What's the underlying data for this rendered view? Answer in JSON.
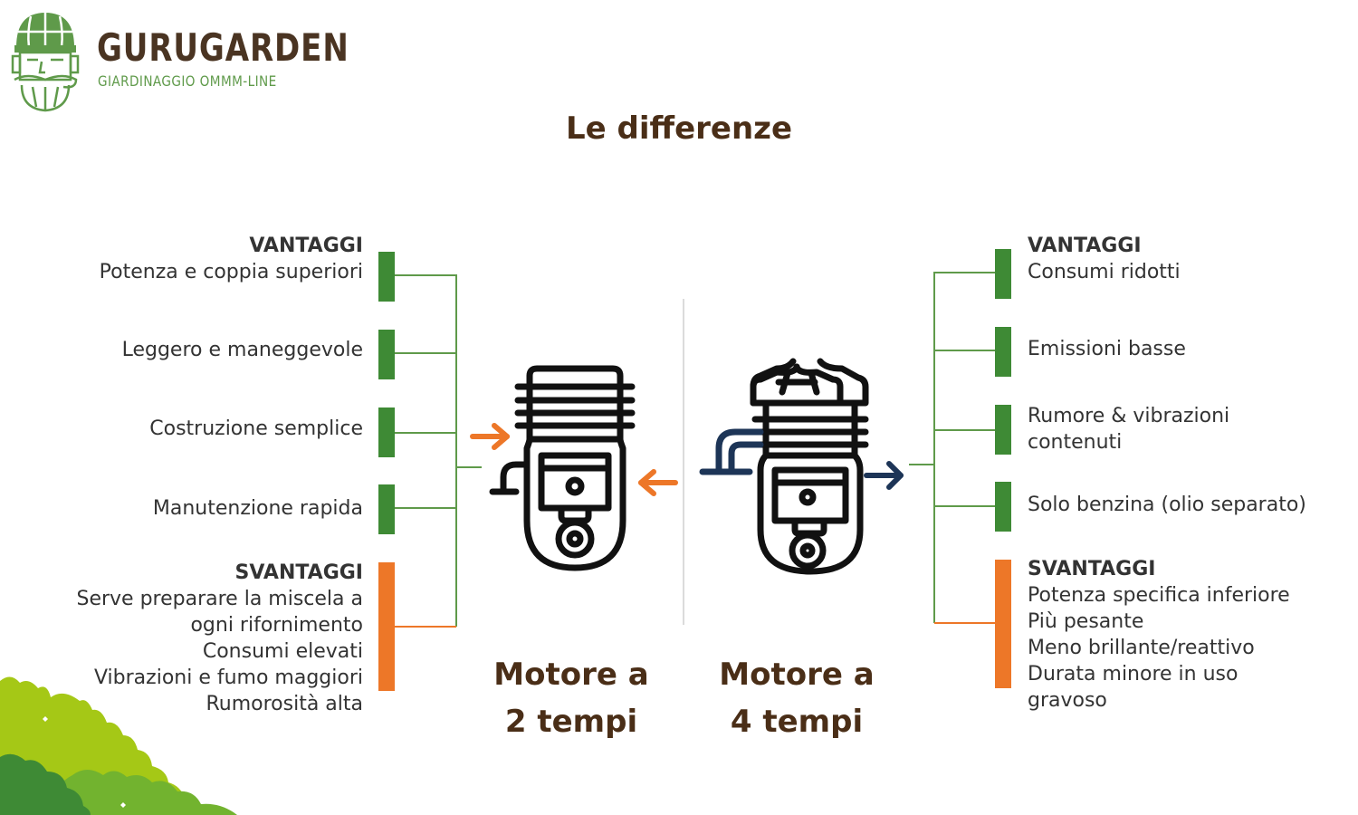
{
  "brand": {
    "name": "GURUGARDEN",
    "tagline": "GIARDINAGGIO OMMM-LINE",
    "logo_icon": "bearded-gardener-icon"
  },
  "title": "Le differenze",
  "colors": {
    "pro": "#3e8a35",
    "con": "#ed7728",
    "heading": "#4a2e17",
    "arrow_in": "#ed7728",
    "arrow_out": "#1d3557"
  },
  "two_stroke": {
    "label_line1": "Motore a",
    "label_line2": "2 tempi",
    "icon": "two-stroke-engine-icon",
    "pros_header": "VANTAGGI",
    "pros": [
      "Potenza e coppia superiori",
      "Leggero e maneggevole",
      "Costruzione semplice",
      "Manutenzione rapida"
    ],
    "cons_header": "SVANTAGGI",
    "cons": [
      "Serve preparare la miscela a",
      "ogni rifornimento",
      "Consumi elevati",
      "Vibrazioni e fumo maggiori",
      "Rumorosità alta"
    ]
  },
  "four_stroke": {
    "label_line1": "Motore a",
    "label_line2": "4 tempi",
    "icon": "four-stroke-engine-icon",
    "pros_header": "VANTAGGI",
    "pros": [
      "Consumi ridotti",
      "Emissioni basse",
      "Rumore & vibrazioni",
      "contenuti",
      "Solo benzina (olio separato)"
    ],
    "cons_header": "SVANTAGGI",
    "cons": [
      "Potenza specifica inferiore",
      "Più pesante",
      "Meno brillante/reattivo",
      "Durata minore in uso",
      "gravoso"
    ]
  }
}
